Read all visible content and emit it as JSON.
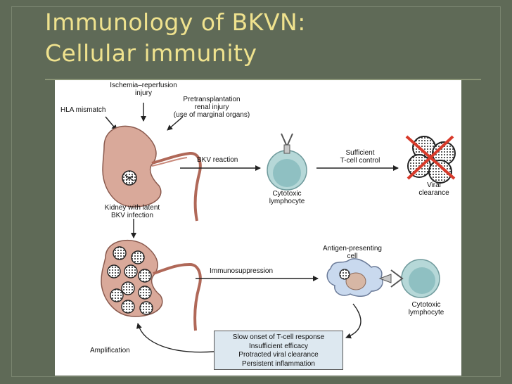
{
  "slide": {
    "title_line1": "Immunology of BKVN:",
    "title_line2": "Cellular immunity"
  },
  "figure": {
    "labels": {
      "ischemia": "Ischemia–reperfusion",
      "injury": "injury",
      "pretransplant1": "Pretransplantation",
      "pretransplant2": "renal injury",
      "pretransplant3": "(use of marginal organs)",
      "hla": "HLA mismatch",
      "kidney_latent1": "Kidney with latent",
      "kidney_latent2": "BKV infection",
      "bkv_reaction": "BKV reaction",
      "cytotoxic1": "Cytotoxic",
      "lymphocyte1": "lymphocyte",
      "sufficient1": "Sufficient",
      "sufficient2": "T-cell control",
      "viral1": "Viral",
      "clearance1": "clearance",
      "apc1": "Antigen-presenting",
      "apc2": "cell",
      "immunosuppression": "Immunosuppression",
      "cytotoxic2": "Cytotoxic",
      "lymphocyte2": "lymphocyte",
      "amplification": "Amplification"
    },
    "outcome_box": {
      "line1": "Slow onset of T-cell response",
      "line2": "Insufficient efficacy",
      "line3": "Protracted viral clearance",
      "line4": "Persistent inflammation"
    },
    "colors": {
      "kidney": "#d9a99a",
      "kidney_stroke": "#8a5a4e",
      "lymphocyte": "#b6d8d8",
      "lymphocyte_nucleus": "#8fc0c2",
      "apc": "#c9d9ee",
      "apc_nucleus": "#d7b7a5",
      "cross": "#d83a2a"
    }
  }
}
